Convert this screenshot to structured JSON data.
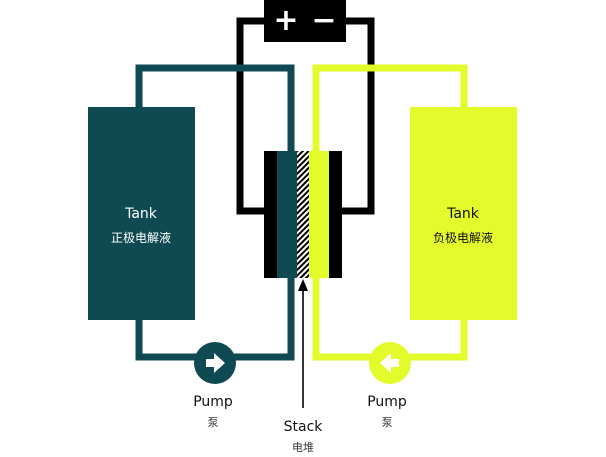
{
  "colors": {
    "positive": "#0f4a52",
    "negative": "#e3fb2a",
    "black": "#000000",
    "white": "#ffffff",
    "text": "#111111"
  },
  "battery": {
    "plus_symbol": "+",
    "minus_symbol": "−"
  },
  "left_tank": {
    "title": "Tank",
    "subtitle": "正极电解液"
  },
  "right_tank": {
    "title": "Tank",
    "subtitle": "负极电解液"
  },
  "left_pump": {
    "label": "Pump",
    "sublabel": "泵",
    "arrow": "right-arrow-icon"
  },
  "right_pump": {
    "label": "Pump",
    "sublabel": "泵",
    "arrow": "left-arrow-icon"
  },
  "stack": {
    "label": "Stack",
    "sublabel": "电堆"
  }
}
